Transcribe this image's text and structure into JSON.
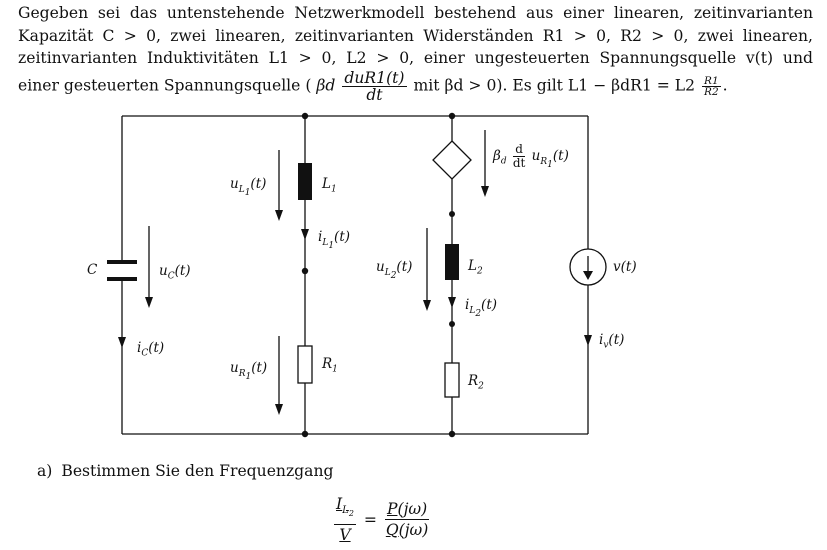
{
  "problem": {
    "line1": "Gegeben sei das untenstehende Netzwerkmodell bestehend aus einer linearen, zeitinvarianten",
    "line2": "Kapazität C > 0, zwei linearen, zeitinvarianten Widerständen R1 > 0, R2 > 0, zwei linearen,",
    "line3": "zeitinvarianten Induktivitäten L1 > 0, L2 > 0, einer ungesteuerten Spannungsquelle v(t) und",
    "line4_a": "einer gesteuerten Spannungsquelle (",
    "line4_b": "βd",
    "line4_frac_num": "duR1(t)",
    "line4_frac_den": "dt",
    "line4_c": "mit βd > 0). Es gilt L1 − βdR1 = L2",
    "line4_frac2_num": "R1",
    "line4_frac2_den": "R2",
    "line4_end": "."
  },
  "circuit": {
    "C": "C",
    "uC": "uC(t)",
    "iC": "iC(t)",
    "L1": "L1",
    "uL1": "uL1(t)",
    "iL1": "iL1(t)",
    "R1": "R1",
    "uR1": "uR1(t)",
    "dep_source": "βd d/dt uR1(t)",
    "L2": "L2",
    "uL2": "uL2(t)",
    "iL2": "iL2(t)",
    "R2": "R2",
    "v": "v(t)",
    "iv": "iv(t)"
  },
  "task_a": {
    "label": "a)",
    "text": "Bestimmen Sie den Frequenzgang",
    "lhs_num": "IL2",
    "lhs_den": "V",
    "equals": "=",
    "rhs_num": "P(jω)",
    "rhs_den": "Q(jω)"
  }
}
